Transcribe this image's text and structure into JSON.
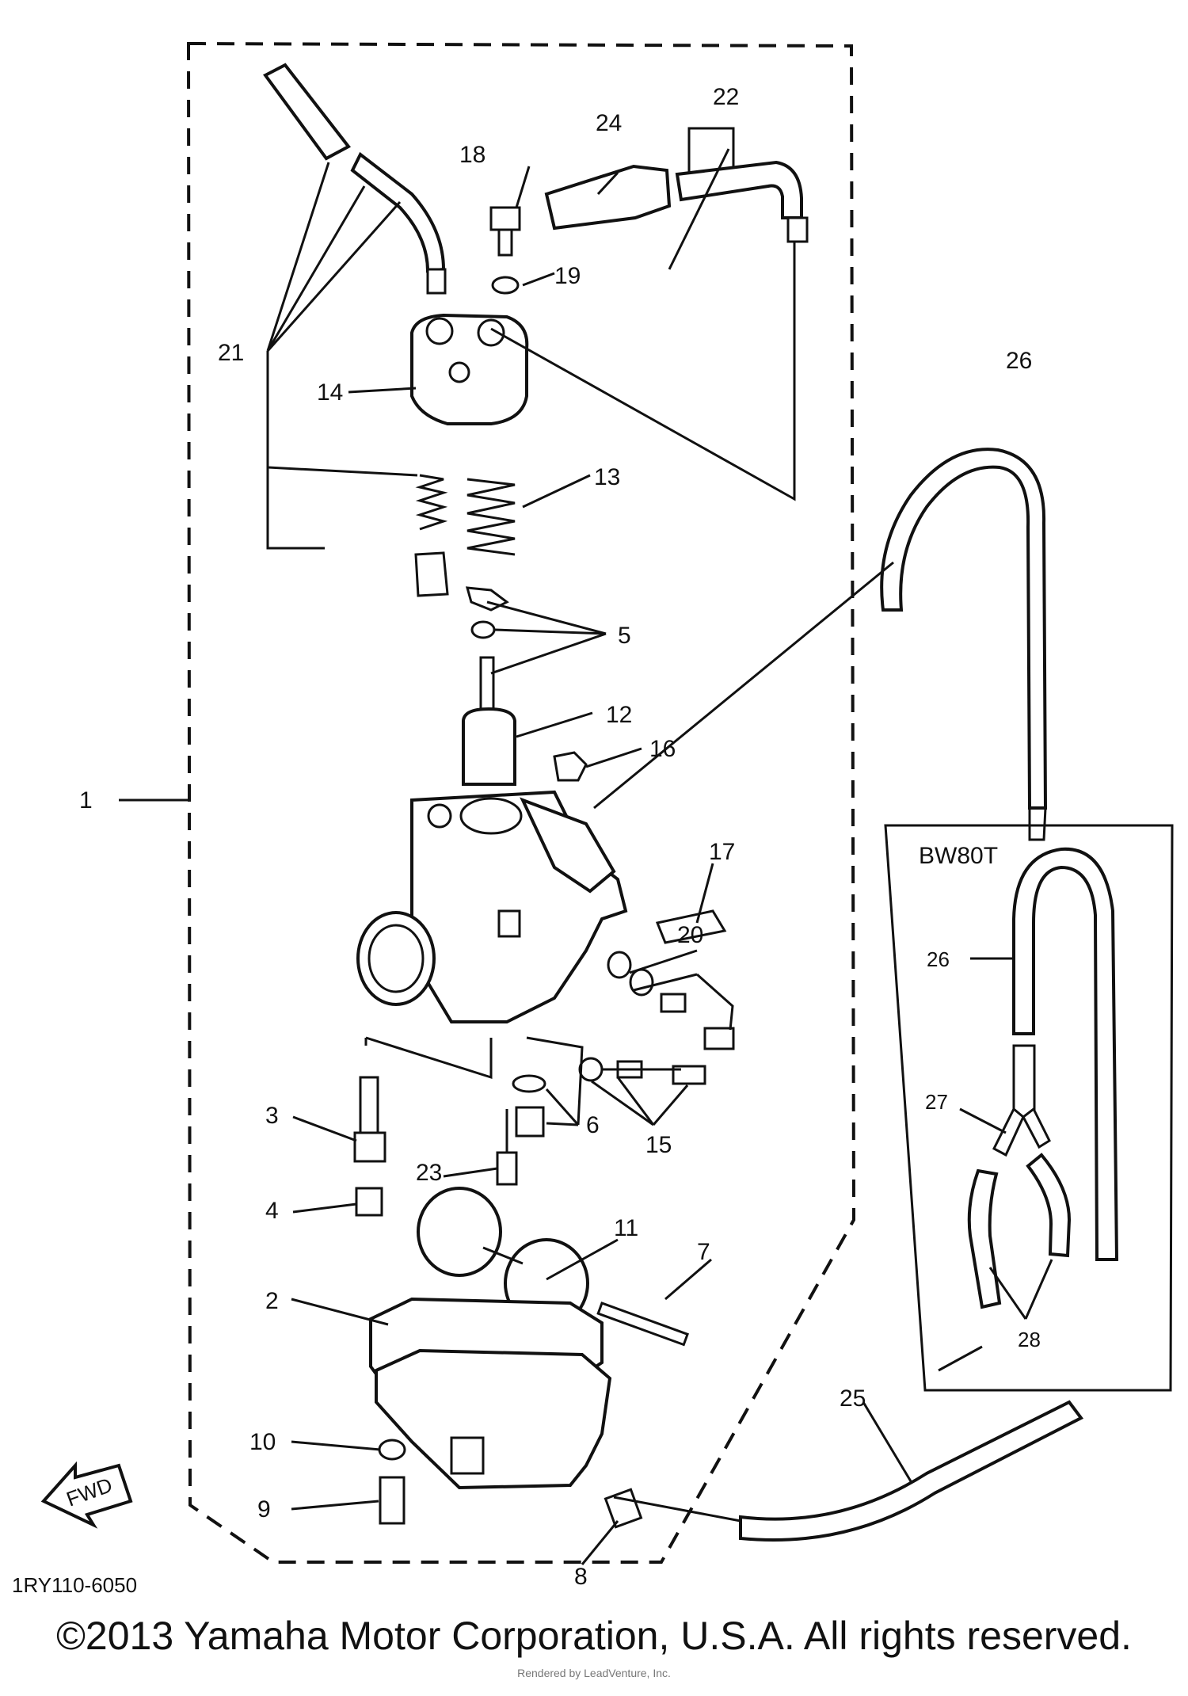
{
  "diagram": {
    "part_labels": {
      "p1": "1",
      "p2": "2",
      "p3": "3",
      "p4": "4",
      "p5": "5",
      "p6": "6",
      "p7": "7",
      "p8": "8",
      "p9": "9",
      "p10": "10",
      "p11": "11",
      "p12": "12",
      "p13": "13",
      "p14": "14",
      "p15": "15",
      "p16": "16",
      "p17": "17",
      "p18": "18",
      "p19": "19",
      "p20": "20",
      "p21": "21",
      "p22": "22",
      "p23": "23",
      "p24": "24",
      "p25": "25",
      "p26": "26",
      "p26b": "26",
      "p27": "27",
      "p28": "28"
    },
    "inset_title": "BW80T",
    "fwd_label": "FWD",
    "drawing_code": "1RY110-6050"
  },
  "footer": {
    "copyright": "©2013 Yamaha Motor Corporation, U.S.A. All rights reserved.",
    "render_note": "Rendered by LeadVenture, Inc."
  }
}
